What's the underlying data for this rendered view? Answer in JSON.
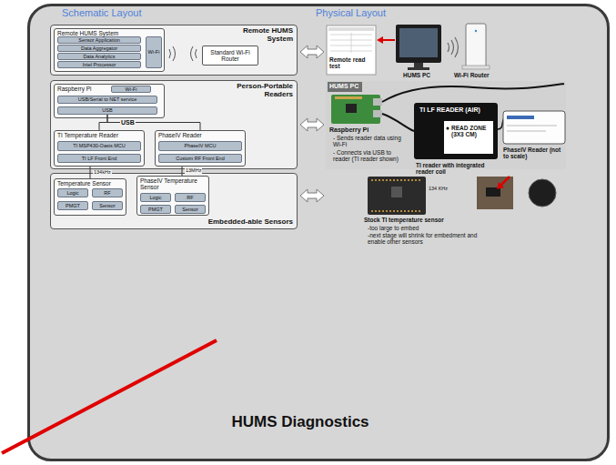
{
  "diagram": {
    "nodes": [
      {
        "text": [
          "HUMS Diagnostics"
        ]
      },
      {
        "text": [
          "Remote HUMS System"
        ],
        "in": 0
      },
      {
        "text": [
          "Remote HUMS System"
        ],
        "in": 1
      },
      {
        "text": [
          "Sensor Application"
        ],
        "in": 2
      },
      {
        "text": [
          "Data Aggregator"
        ],
        "in": 2
      },
      {
        "text": [
          "Data Analytics"
        ],
        "in": 2
      },
      {
        "text": [
          "Intel Processor"
        ],
        "in": 2
      },
      {
        "text": [
          "Wi-Fi"
        ],
        "in": 2
      },
      {
        "text": [
          "Standard Wi-Fi Router"
        ],
        "in": 1
      },
      {
        "text": [
          "Person-Portable Readers"
        ],
        "in": 0
      },
      {
        "text": [
          "Raspberry Pi"
        ],
        "in": 9
      },
      {
        "text": [
          "Wi-Fi"
        ],
        "in": 10
      },
      {
        "text": [
          "USB/Serial to NET service"
        ],
        "in": 10
      },
      {
        "text": [
          "USB"
        ],
        "in": 10
      },
      {
        "text": [
          "TI Temperature Reader"
        ],
        "in": 9
      },
      {
        "text": [
          "TI MSP430-Oasis MCU"
        ],
        "in": 14
      },
      {
        "text": [
          "TI LF Front End"
        ],
        "in": 14
      },
      {
        "text": [
          "PhaseIV Reader"
        ],
        "in": 9
      },
      {
        "text": [
          "PhaseIV MCU"
        ],
        "in": 17
      },
      {
        "text": [
          "Custom RF Front End"
        ],
        "in": 17
      },
      {
        "text": [
          "Embedded-able Sensors"
        ],
        "in": 0
      },
      {
        "text": [
          "Temperature Sensor"
        ],
        "in": 20
      },
      {
        "text": [
          "Logic"
        ],
        "in": 21
      },
      {
        "text": [
          "RF"
        ],
        "in": 21
      },
      {
        "text": [
          "PMGT"
        ],
        "in": 21
      },
      {
        "text": [
          "Sensor"
        ],
        "in": 21
      },
      {
        "text": [
          "PhaseIV Temperature Sensor"
        ],
        "in": 20
      },
      {
        "text": [
          "Logic"
        ],
        "in": 26
      },
      {
        "text": [
          "RF"
        ],
        "in": 26
      },
      {
        "text": [
          "PMGT"
        ],
        "in": 26
      },
      {
        "text": [
          "Sensor"
        ],
        "in": 26
      }
    ],
    "edges": [
      {
        "from": 13,
        "to": 14,
        "arrow": "none",
        "label": "USB"
      },
      {
        "from": 13,
        "to": 17,
        "arrow": "none"
      },
      {
        "from": 14,
        "to": 21,
        "arrow": "none",
        "label": "134kHz"
      },
      {
        "from": 17,
        "to": 26,
        "arrow": "none",
        "label": "13MHz"
      }
    ],
    "labels": [
      "Schematic Layout",
      "Physical Layout",
      "Remote read test",
      "HUMS PC",
      "Wi-Fi Router",
      "HUMS PC",
      "Raspberry Pi",
      "- Sends reader data using Wi-Fi",
      "- Connects via USB to reader (TI reader shown)",
      "TI LF READER (AIR)",
      "READ ZONE (3X3 CM)",
      "TI reader with integrated reader coil",
      "PhaseIV Reader (not to scale)",
      "134 KHz",
      "Stock TI temperature sensor",
      "-too large to embed",
      "-next stage will shrink for embedment and enable other sensors"
    ]
  }
}
